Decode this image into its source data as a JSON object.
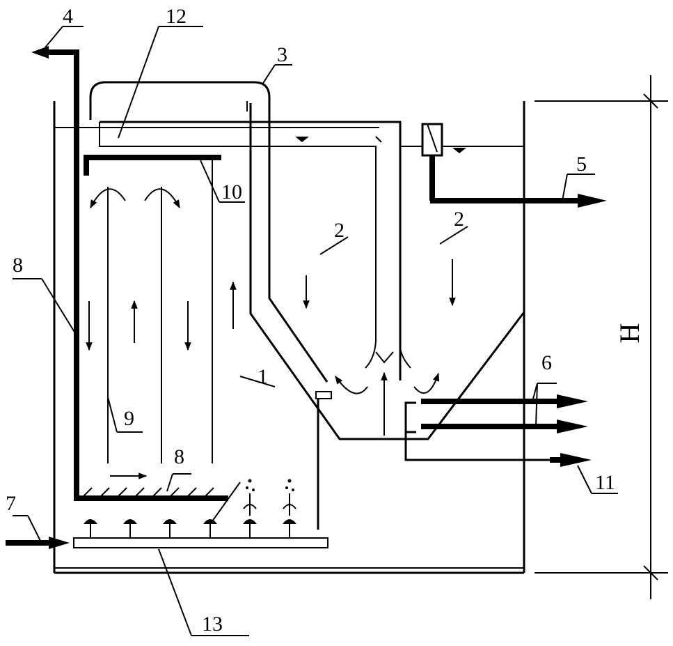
{
  "labels": {
    "n1": "1",
    "n2a": "2",
    "n2b": "2",
    "n3": "3",
    "n4": "4",
    "n5": "5",
    "n6": "6",
    "n7": "7",
    "n8a": "8",
    "n8b": "8",
    "n9": "9",
    "n10": "10",
    "n11": "11",
    "n12": "12",
    "n13": "13",
    "height": "H"
  }
}
